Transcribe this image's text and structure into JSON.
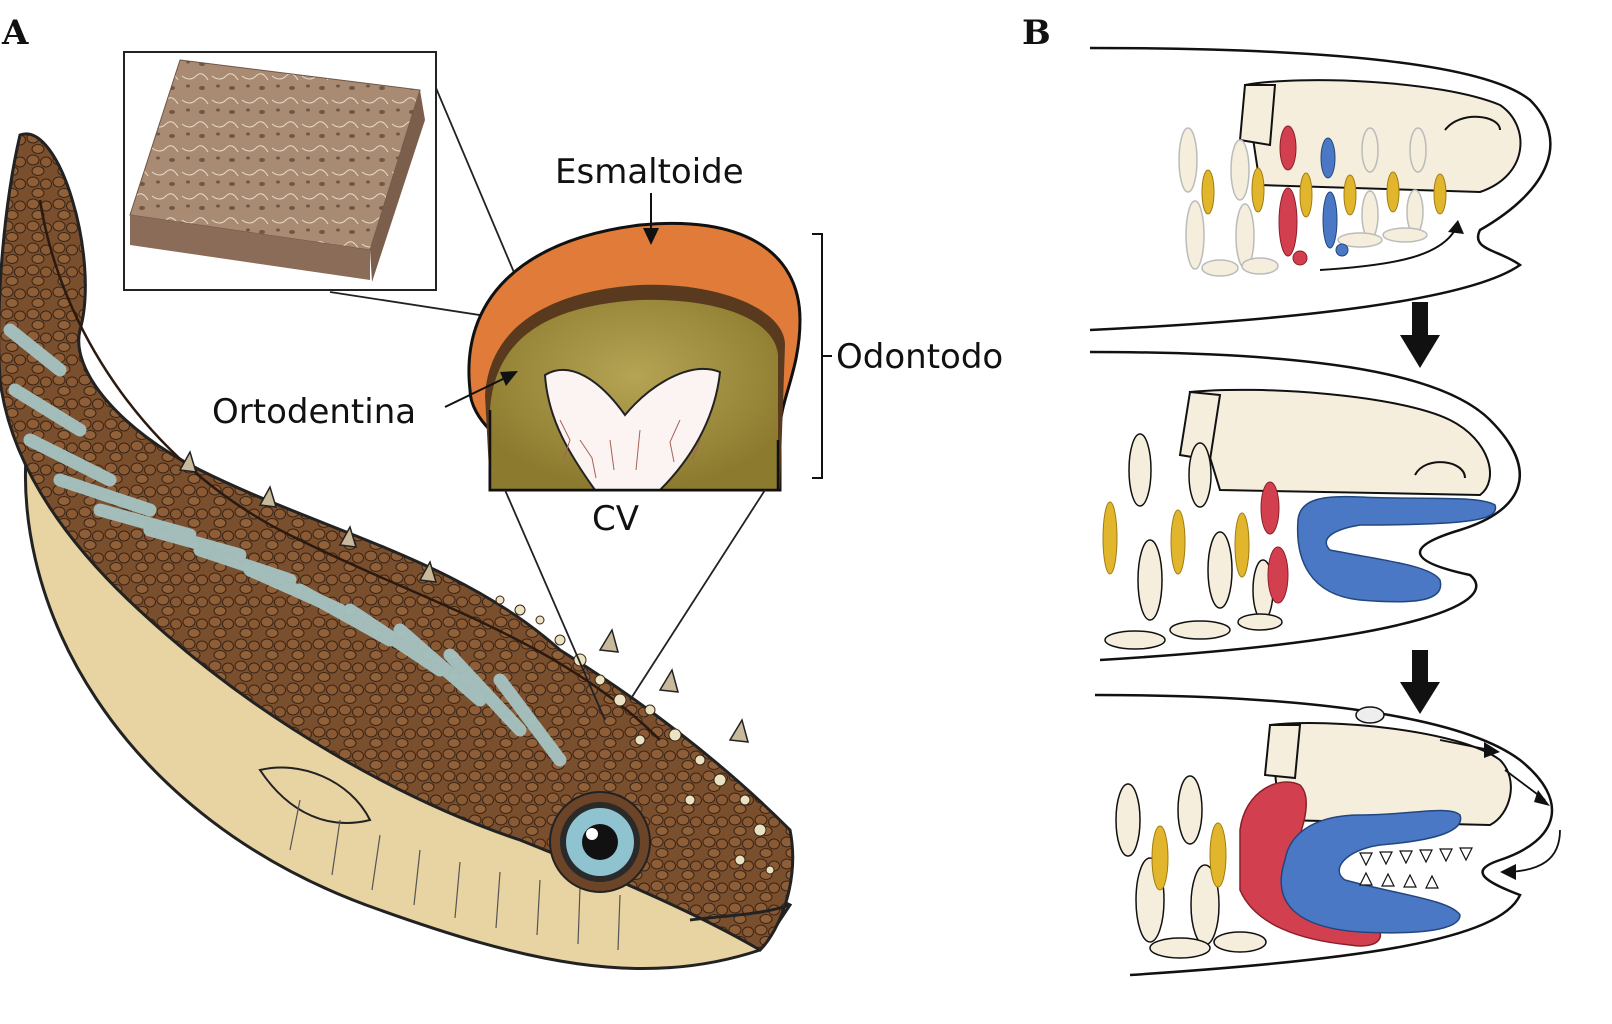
{
  "panels": {
    "a": "A",
    "b": "B"
  },
  "labels": {
    "esmaltoide": "Esmaltoide",
    "ortodentina": "Ortodentina",
    "odontodo": "Odontodo",
    "cv": "CV"
  },
  "colors": {
    "fish_brown": "#7a4f2e",
    "fish_belly": "#e8d3a2",
    "fish_stripe": "#a6c3c2",
    "enamel_orange": "#e07b39",
    "dentine_olive": "#9c8a3a",
    "bone_cream": "#f6eedd",
    "red_element": "#d2404f",
    "blue_element": "#4a78c4",
    "yellow_element": "#e2b62c"
  }
}
